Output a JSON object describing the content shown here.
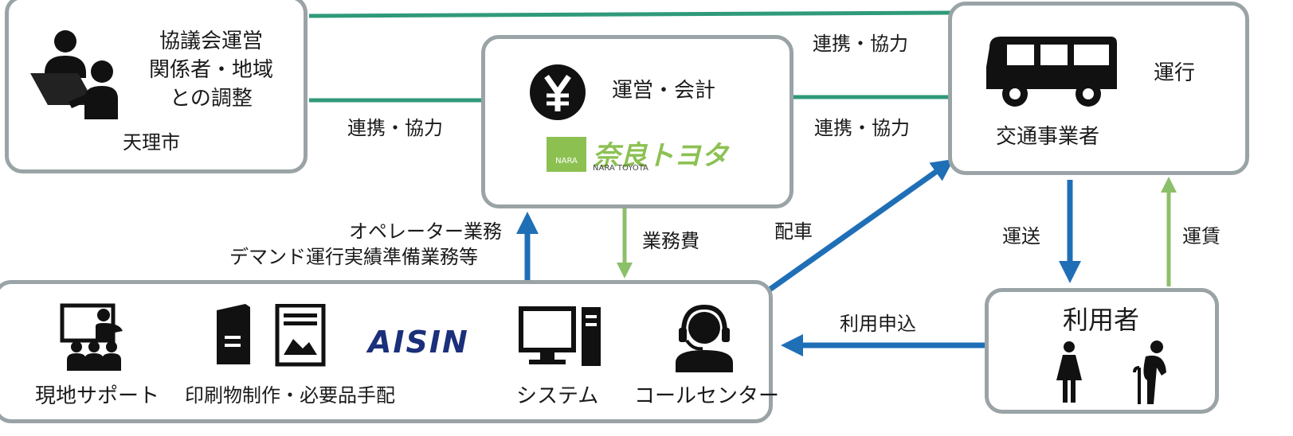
{
  "tenri": {
    "lines": [
      "協議会運営",
      "関係者・地域",
      "との調整"
    ],
    "name": "天理市"
  },
  "nara_toyota": {
    "role": "運営・会計",
    "logo_text": "奈良トヨタ",
    "logo_sub": "NARA TOYOTA",
    "logo_badge": "NARA"
  },
  "operator": {
    "role": "運行",
    "name": "交通事業者"
  },
  "bottom": {
    "items": [
      "現地サポート",
      "印刷物制作・必要品手配",
      "システム",
      "コールセンター"
    ],
    "aisin_logo": "AISIN"
  },
  "user": {
    "name": "利用者"
  },
  "labels": {
    "coop_top": "連携・協力",
    "coop_left": "連携・協力",
    "coop_right": "連携・協力",
    "ops_line1": "オペレーター業務",
    "ops_line2": "デマンド運行実績準備業務等",
    "fee": "業務費",
    "dispatch": "配車",
    "transport": "運送",
    "fare": "運賃",
    "apply": "利用申込"
  },
  "colors": {
    "green_line": "#2f9a7a",
    "blue_arrow": "#1f6fb7",
    "light_green_arrow": "#8cbf6a",
    "box_border": "#9aa3a6",
    "logo_green": "#8cc152"
  }
}
